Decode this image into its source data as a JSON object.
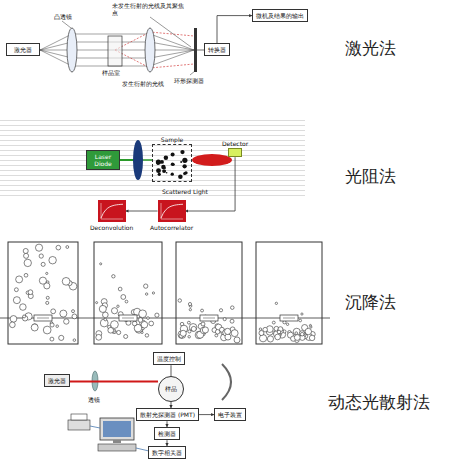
{
  "diagram": {
    "nodes": [
      {
        "text": [
          "激光器"
        ]
      },
      {
        "text": [
          "转换器"
        ]
      },
      {
        "text": [
          "微机及结果的输出"
        ]
      },
      {
        "text": [
          "Laser Diode"
        ]
      },
      {
        "text": [
          "Sample"
        ]
      },
      {
        "text": [
          "Detector"
        ]
      },
      {
        "text": [
          "Deconvolution"
        ]
      },
      {
        "text": [
          "Autocorrelator"
        ]
      },
      {
        "text": [
          "激光器"
        ]
      },
      {
        "text": [
          "样品"
        ]
      },
      {
        "text": [
          "温度控制"
        ]
      },
      {
        "text": [
          "散射光探测器 (PMT)"
        ]
      },
      {
        "text": [
          "检测器"
        ]
      },
      {
        "text": [
          "数字相关器"
        ]
      },
      {
        "text": [
          "电子装置"
        ]
      }
    ],
    "edges": [
      {
        "from": 1,
        "to": 2,
        "arrow": "to"
      },
      {
        "from": 5,
        "to": 7,
        "arrow": "to"
      },
      {
        "from": 7,
        "to": 6,
        "arrow": "to"
      },
      {
        "from": 8,
        "to": 9,
        "arrow": "none"
      },
      {
        "from": 10,
        "to": 9,
        "arrow": "none"
      },
      {
        "from": 9,
        "to": 11,
        "arrow": "to"
      },
      {
        "from": 11,
        "to": 12,
        "arrow": "to"
      },
      {
        "from": 12,
        "to": 13,
        "arrow": "to"
      },
      {
        "from": 11,
        "to": 14,
        "arrow": "to"
      }
    ],
    "labels": [
      "凸透镜",
      "未发生衍射的光线及其聚焦点",
      "样品室",
      "发生衍射的光线",
      "环形探测器",
      "Scattered Light",
      "透镜",
      "激光法",
      "光阻法",
      "沉降法",
      "动态光散射法"
    ]
  }
}
